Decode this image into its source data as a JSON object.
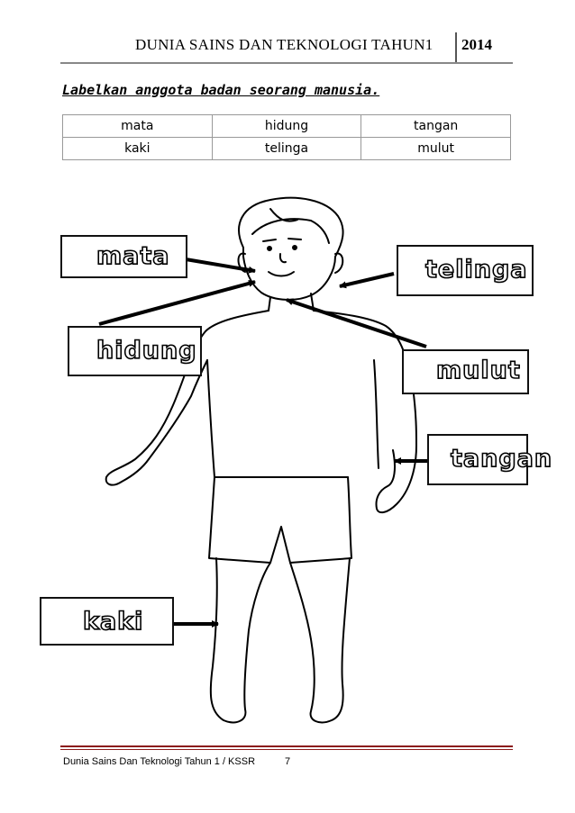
{
  "header": {
    "title": "DUNIA SAINS DAN TEKNOLOGI TAHUN1",
    "year": "2014"
  },
  "instruction": "Labelkan anggota badan seorang manusia.",
  "word_table": {
    "rows": [
      [
        "mata",
        "hidung",
        "tangan"
      ],
      [
        "kaki",
        "telinga",
        "mulut"
      ]
    ]
  },
  "labels": {
    "mata": "mata",
    "telinga": "telinga",
    "hidung": "hidung",
    "mulut": "mulut",
    "tangan": "tangan",
    "kaki": "kaki"
  },
  "footer": {
    "text": "Dunia Sains Dan Teknologi Tahun 1 / KSSR",
    "page": "7"
  }
}
